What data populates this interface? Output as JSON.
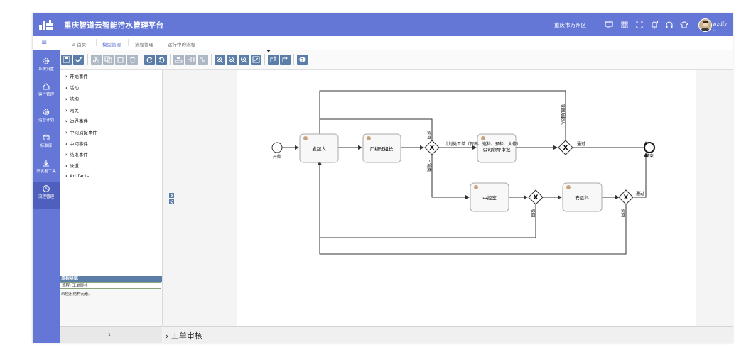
{
  "header": {
    "app_title": "重庆智道云智能污水管理平台",
    "region": "重庆市万州区",
    "username": "wzdfy"
  },
  "breadcrumb": {
    "items": [
      {
        "label": "首页",
        "active": false
      },
      {
        "label": "模型管理",
        "active": true
      },
      {
        "label": "流程管理",
        "active": false
      },
      {
        "label": "运行中的流程",
        "active": false
      }
    ]
  },
  "sidebar": {
    "items": [
      {
        "label": "系统设置",
        "icon": "gear-icon"
      },
      {
        "label": "客户管理",
        "icon": "home-icon"
      },
      {
        "label": "运营计划",
        "icon": "gear-icon"
      },
      {
        "label": "标准库",
        "icon": "library-icon"
      },
      {
        "label": "开发者工具",
        "icon": "download-icon"
      },
      {
        "label": "流程管理",
        "icon": "clock-icon",
        "active": true
      }
    ]
  },
  "toolbar": {
    "buttons": [
      "save-icon",
      "check-icon",
      "cut-icon",
      "copy-icon",
      "paste-icon",
      "delete-icon",
      "redo-icon",
      "undo-icon",
      "align-icon",
      "bend-add-icon",
      "bend-remove-icon",
      "zoom-in-icon",
      "zoom-out-icon",
      "zoom-actual-icon",
      "zoom-fit-icon",
      "connector-add-icon",
      "connector-remove-icon",
      "help-icon"
    ]
  },
  "palette": {
    "groups": [
      "开始事件",
      "活动",
      "结构",
      "网关",
      "边界事件",
      "中间捕捉事件",
      "中间事件",
      "结束事件",
      "泳道",
      "Artifacts"
    ]
  },
  "navigator": {
    "header": "流程导航",
    "process": "流程: 工单审核",
    "note": "未使用结构元素。"
  },
  "diagram": {
    "start_label": "开始",
    "end_label": "结束",
    "tasks": [
      "发起人",
      "厂级班组长",
      "公司领导审批",
      "中控室",
      "安运科"
    ],
    "flows": {
      "reject_1": "驳回",
      "plan_order": "计划类工单（保养、巡检、预检、大修）",
      "daily_order": "日常类",
      "reject_to_initiator": "驳回发起人",
      "pass_1": "通过",
      "pass_2": "通过",
      "reject_2": "驳回",
      "reject_3": "驳回"
    }
  },
  "footer": {
    "collapse_label": "‹",
    "title": "› 工单审核"
  },
  "colors": {
    "brand": "#6476d6",
    "toolbar_button": "#5b7ea8"
  }
}
